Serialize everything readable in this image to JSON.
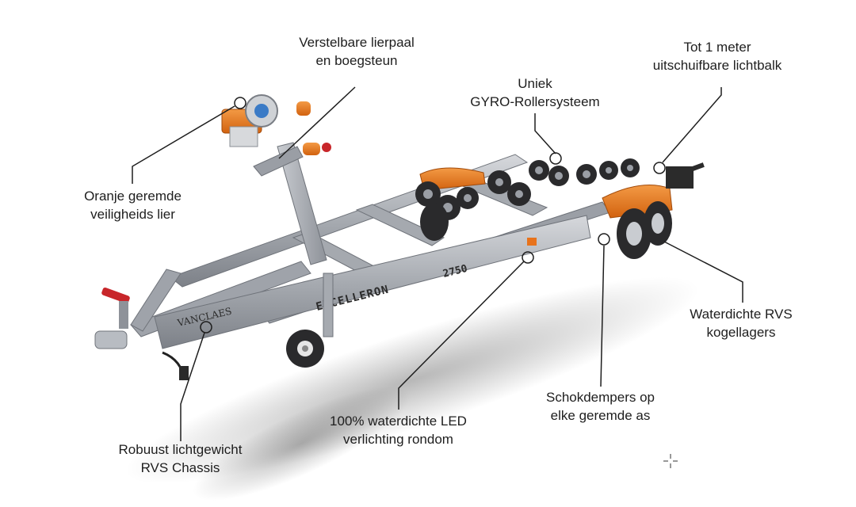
{
  "callouts": {
    "winch_post": {
      "line1": "Verstelbare lierpaal",
      "line2": "en boegsteun"
    },
    "gyro_rollers": {
      "line1": "Uniek",
      "line2": "GYRO-Rollersysteem"
    },
    "light_bar": {
      "line1": "Tot 1 meter",
      "line2": "uitschuifbare lichtbalk"
    },
    "winch": {
      "line1": "Oranje geremde",
      "line2": "veiligheids lier"
    },
    "bearings": {
      "line1": "Waterdichte RVS",
      "line2": "kogellagers"
    },
    "shock_absorbers": {
      "line1": "Schokdempers op",
      "line2": "elke geremde as"
    },
    "led_lighting": {
      "line1": "100% waterdichte LED",
      "line2": "verlichting rondom"
    },
    "chassis": {
      "line1": "Robuust lichtgewicht",
      "line2": "RVS Chassis"
    }
  },
  "product": {
    "model_name": "EXCELLERON",
    "model_number": "2750",
    "brand": "VANCLAES"
  },
  "colors": {
    "text": "#1e1e1e",
    "leader_line": "#1e1e1e",
    "accent_orange": "#e8731c",
    "steel": "#a9adb3",
    "tyre": "#2a2a2c"
  },
  "icons": [
    "crosshair-cursor-icon",
    "callout-ring-icon"
  ]
}
